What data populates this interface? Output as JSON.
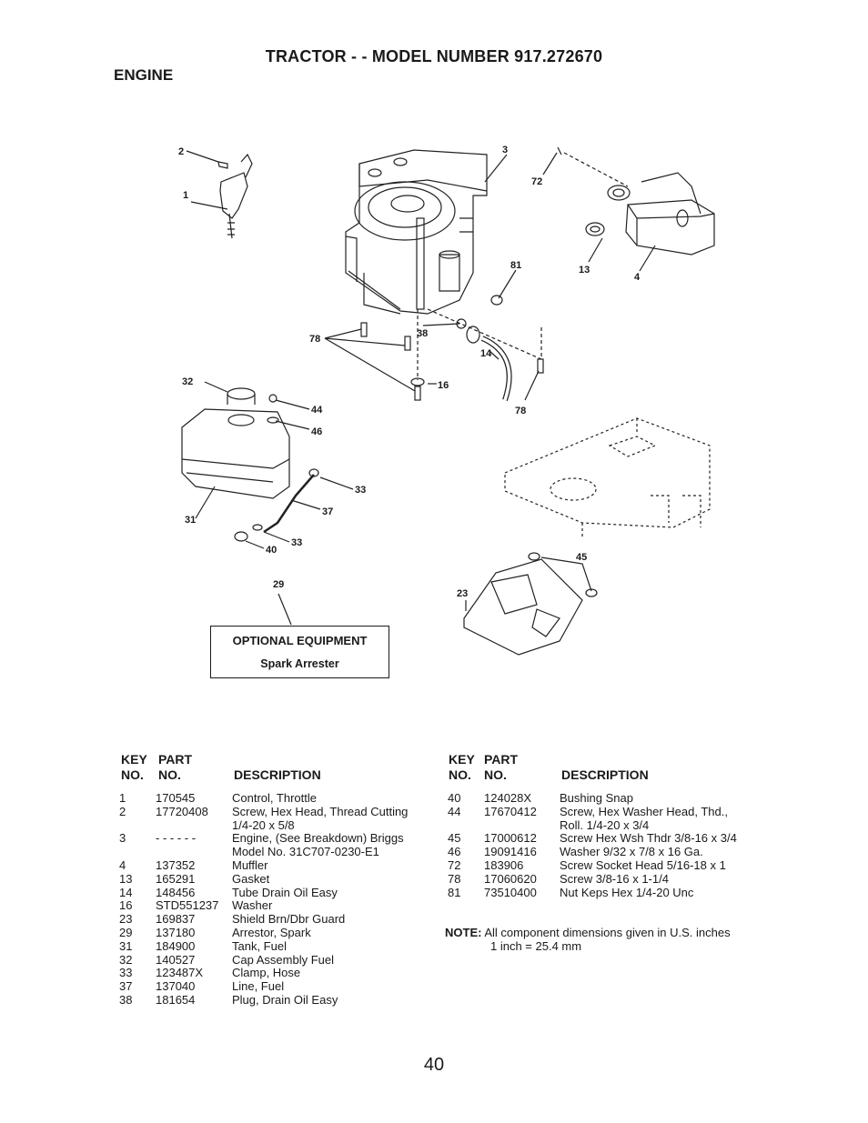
{
  "title": "TRACTOR - - MODEL NUMBER 917.272670",
  "section": "ENGINE",
  "callouts": [
    "2",
    "1",
    "3",
    "72",
    "81",
    "13",
    "4",
    "78",
    "38",
    "14",
    "16",
    "78",
    "32",
    "44",
    "46",
    "33",
    "37",
    "31",
    "33",
    "40",
    "29",
    "45",
    "23"
  ],
  "optional": {
    "heading": "OPTIONAL EQUIPMENT",
    "item": "Spark Arrester"
  },
  "table_headers": {
    "key_no_1": "KEY",
    "key_no_2": "NO.",
    "part_no_1": "PART",
    "part_no_2": "NO.",
    "description": "DESCRIPTION"
  },
  "left_parts": [
    {
      "key": "1",
      "part": "170545",
      "desc": [
        "Control, Throttle"
      ]
    },
    {
      "key": "2",
      "part": "17720408",
      "desc": [
        "Screw, Hex Head, Thread Cutting",
        "1/4-20 x 5/8"
      ]
    },
    {
      "key": "3",
      "part": "- - - - - -",
      "desc": [
        "Engine, (See Breakdown) Briggs",
        "Model No. 31C707-0230-E1"
      ]
    },
    {
      "key": "4",
      "part": "137352",
      "desc": [
        "Muffler"
      ]
    },
    {
      "key": "13",
      "part": "165291",
      "desc": [
        "Gasket"
      ]
    },
    {
      "key": "14",
      "part": "148456",
      "desc": [
        "Tube Drain Oil Easy"
      ]
    },
    {
      "key": "16",
      "part": "STD551237",
      "desc": [
        "Washer"
      ]
    },
    {
      "key": "23",
      "part": "169837",
      "desc": [
        "Shield Brn/Dbr Guard"
      ]
    },
    {
      "key": "29",
      "part": "137180",
      "desc": [
        "Arrestor, Spark"
      ]
    },
    {
      "key": "31",
      "part": "184900",
      "desc": [
        "Tank, Fuel"
      ]
    },
    {
      "key": "32",
      "part": "140527",
      "desc": [
        "Cap Assembly Fuel"
      ]
    },
    {
      "key": "33",
      "part": "123487X",
      "desc": [
        "Clamp, Hose"
      ]
    },
    {
      "key": "37",
      "part": "137040",
      "desc": [
        "Line, Fuel"
      ]
    },
    {
      "key": "38",
      "part": "181654",
      "desc": [
        "Plug, Drain Oil Easy"
      ]
    }
  ],
  "right_parts": [
    {
      "key": "40",
      "part": "124028X",
      "desc": [
        "Bushing Snap"
      ]
    },
    {
      "key": "44",
      "part": "17670412",
      "desc": [
        "Screw, Hex Washer Head, Thd.,",
        "Roll. 1/4-20 x 3/4"
      ]
    },
    {
      "key": "45",
      "part": "17000612",
      "desc": [
        "Screw Hex Wsh Thdr 3/8-16 x 3/4"
      ]
    },
    {
      "key": "46",
      "part": "19091416",
      "desc": [
        "Washer 9/32 x 7/8 x 16 Ga."
      ]
    },
    {
      "key": "72",
      "part": "183906",
      "desc": [
        "Screw Socket Head 5/16-18 x 1"
      ]
    },
    {
      "key": "78",
      "part": "17060620",
      "desc": [
        "Screw 3/8-16 x 1-1/4"
      ]
    },
    {
      "key": "81",
      "part": "73510400",
      "desc": [
        "Nut Keps Hex 1/4-20 Unc"
      ]
    }
  ],
  "note": {
    "label": "NOTE:",
    "line1": "All component dimensions given in U.S. inches",
    "line2": "1 inch = 25.4 mm"
  },
  "page_number": "40"
}
